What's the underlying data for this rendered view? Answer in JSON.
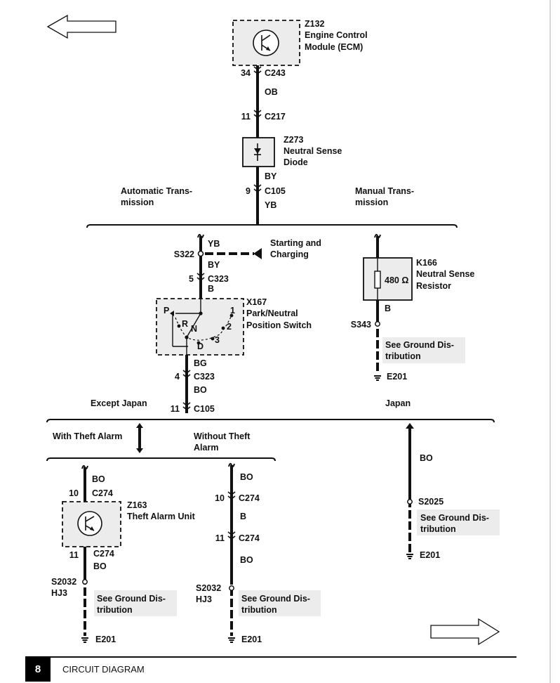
{
  "ecm": {
    "id": "Z132",
    "name_line1": "Engine Control",
    "name_line2": "Module (ECM)",
    "pin": "34",
    "connector": "C243"
  },
  "wire_ob": "OB",
  "c217": {
    "pin": "11",
    "connector": "C217"
  },
  "diode": {
    "id": "Z273",
    "name_line1": "Neutral Sense",
    "name_line2": "Diode"
  },
  "wire_by_1": "BY",
  "c105_top": {
    "pin": "9",
    "connector": "C105"
  },
  "wire_yb_1": "YB",
  "auto_trans": {
    "line1": "Automatic Trans-",
    "line2": "mission"
  },
  "manual_trans": {
    "line1": "Manual Trans-",
    "line2": "mission"
  },
  "wire_yb_2": "YB",
  "s322": "S322",
  "starting_charging": {
    "line1": "Starting and",
    "line2": "Charging"
  },
  "wire_by_2": "BY",
  "c323_top": {
    "pin": "5",
    "connector": "C323"
  },
  "wire_b_1": "B",
  "switch": {
    "id": "X167",
    "name_line1": "Park/Neutral",
    "name_line2": "Position Switch",
    "p": "P",
    "r": "R",
    "n": "N",
    "d": "D",
    "t1": "1",
    "t2": "2",
    "t3": "3"
  },
  "wire_bg": "BG",
  "c323_bottom": {
    "pin": "4",
    "connector": "C323"
  },
  "wire_bo_1": "BO",
  "c105_bottom": {
    "pin": "11",
    "connector": "C105"
  },
  "except_japan": "Except Japan",
  "japan": "Japan",
  "resistor": {
    "id": "K166",
    "name_line1": "Neutral Sense",
    "name_line2": "Resistor",
    "value": "480 Ω"
  },
  "wire_b_2": "B",
  "s343": "S343",
  "ground_ref_1": {
    "line1": "See Ground Dis-",
    "line2": "tribution"
  },
  "e201_1": "E201",
  "with_theft": "With Theft Alarm",
  "without_theft": {
    "line1": "Without Theft",
    "line2": "Alarm"
  },
  "wire_bo_left": "BO",
  "c274_left_top": {
    "pin": "10",
    "connector": "C274"
  },
  "theft_unit": {
    "id": "Z163",
    "name": "Theft Alarm Unit"
  },
  "c274_left_bottom": {
    "pin": "11",
    "connector": "C274"
  },
  "wire_bo_left2": "BO",
  "s2032_left": {
    "line1": "S2032",
    "line2": "HJ3"
  },
  "ground_ref_2": {
    "line1": "See Ground Dis-",
    "line2": "tribution"
  },
  "e201_2": "E201",
  "wire_bo_mid": "BO",
  "c274_mid_top": {
    "pin": "10",
    "connector": "C274"
  },
  "wire_b_mid": "B",
  "c274_mid_bottom": {
    "pin": "11",
    "connector": "C274"
  },
  "wire_bo_mid2": "BO",
  "s2032_mid": {
    "line1": "S2032",
    "line2": "HJ3"
  },
  "ground_ref_3": {
    "line1": "See Ground Dis-",
    "line2": "tribution"
  },
  "e201_3": "E201",
  "wire_bo_right": "BO",
  "s2025": "S2025",
  "ground_ref_4": {
    "line1": "See Ground Dis-",
    "line2": "tribution"
  },
  "e201_4": "E201",
  "footer": {
    "page": "8",
    "title": "CIRCUIT DIAGRAM"
  }
}
